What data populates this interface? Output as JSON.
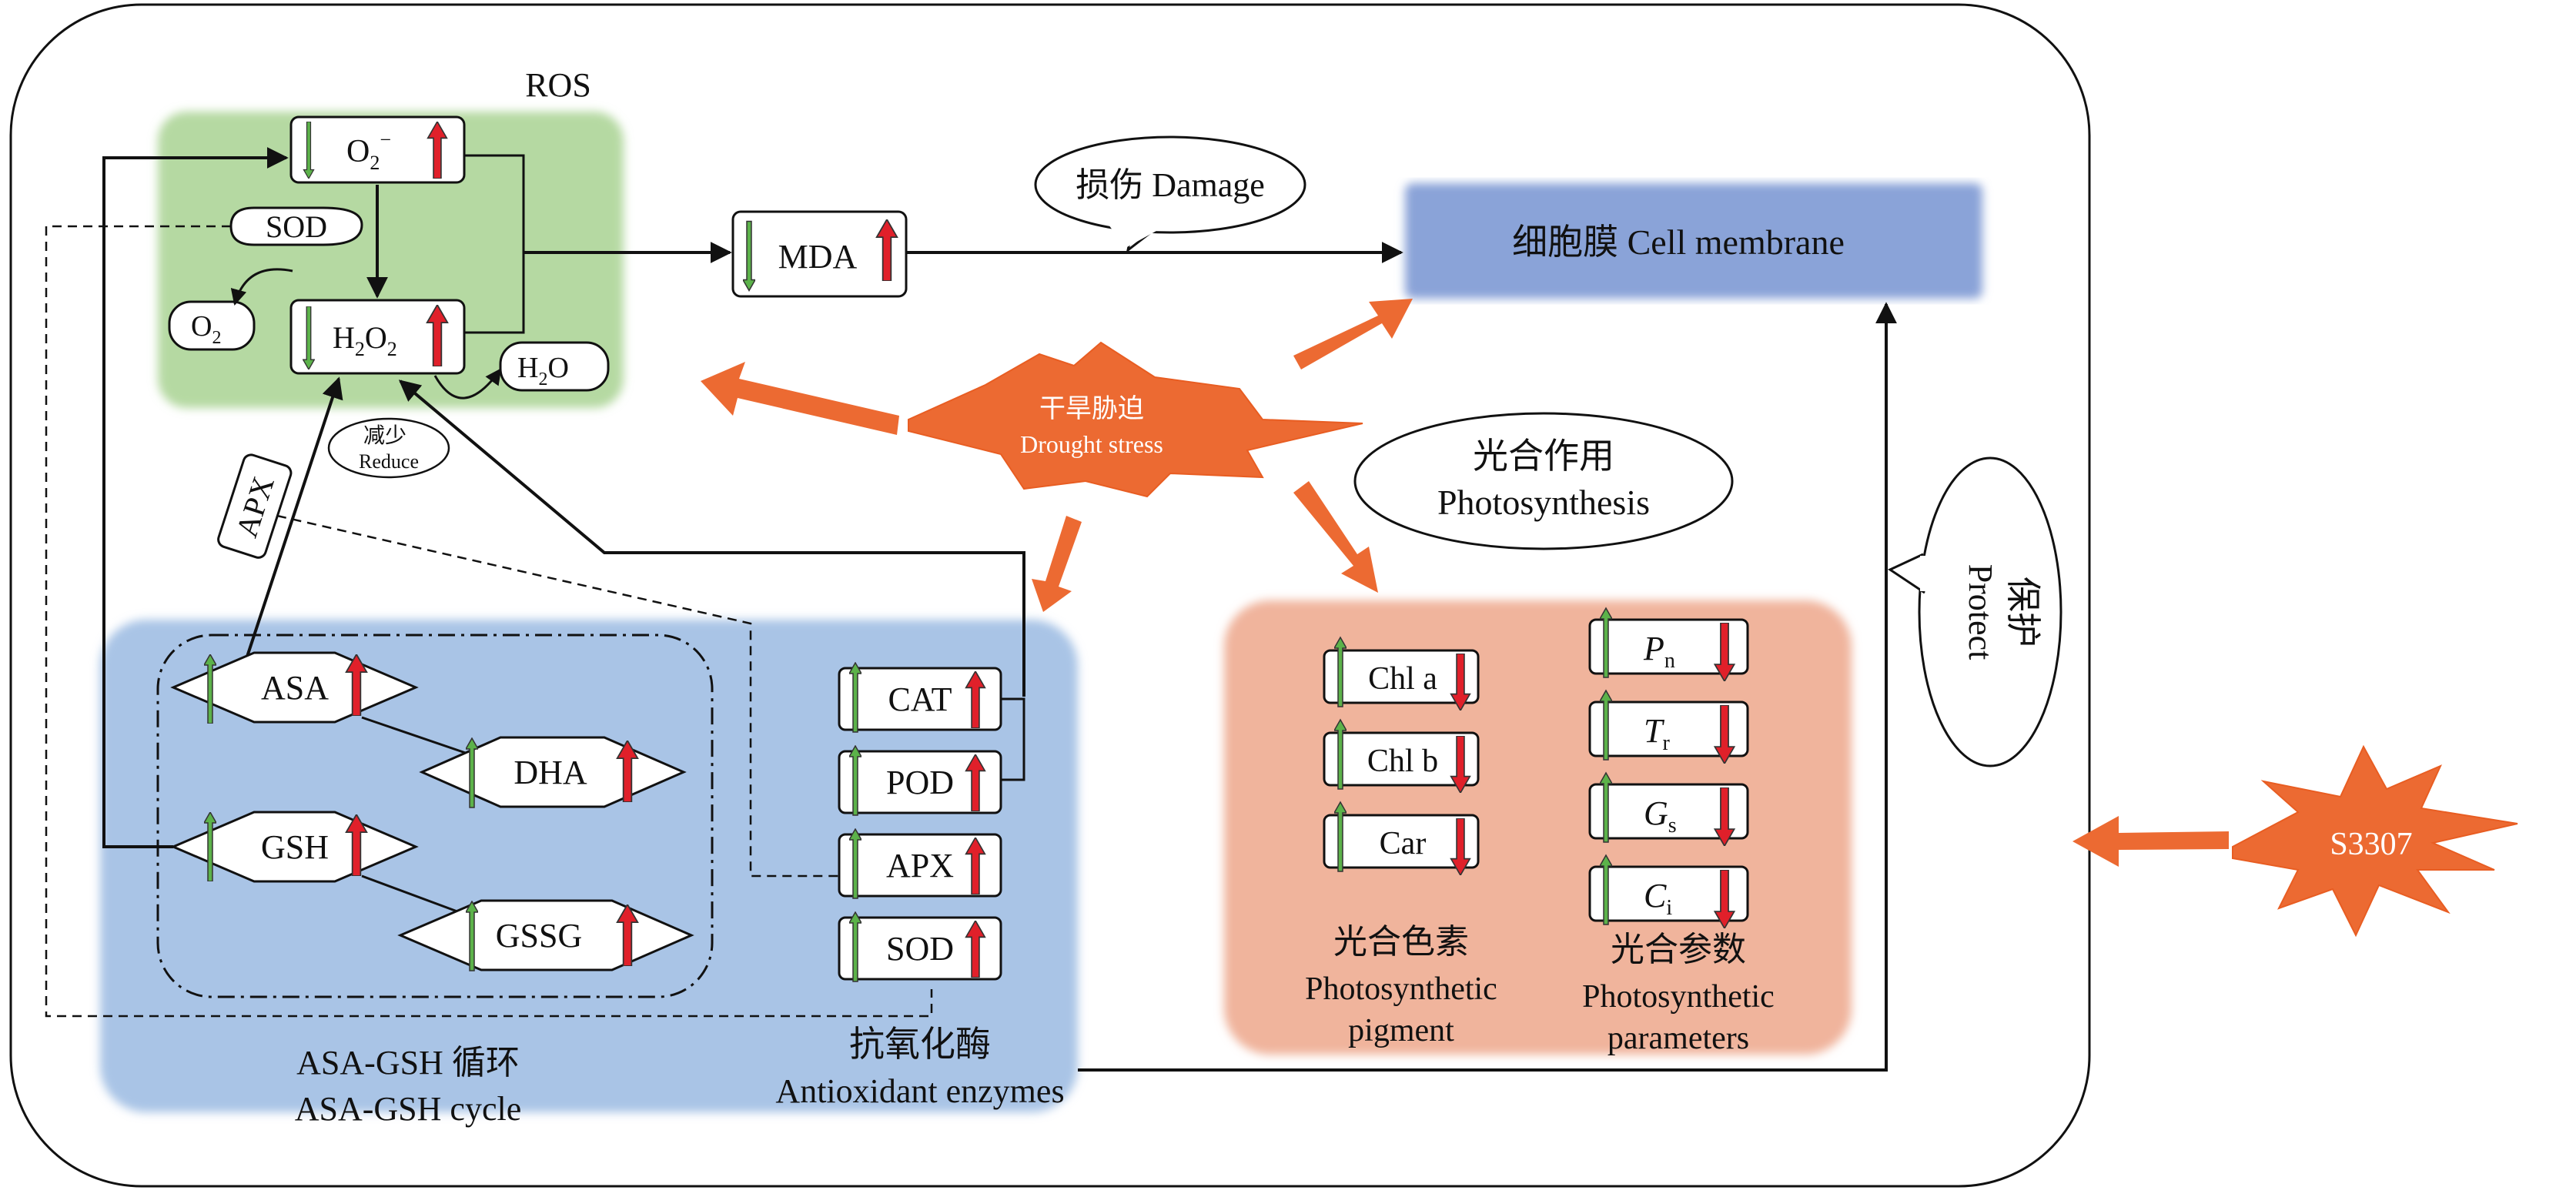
{
  "ros": {
    "title": "ROS",
    "o2_superoxide": "O",
    "o2_sub": "2",
    "o2_sup": "−",
    "sod_label": "SOD",
    "o2_out_base": "O",
    "o2_out_sub": "2",
    "h2o2_a": "H",
    "h2o2_sub1": "2",
    "h2o2_b": "O",
    "h2o2_sub2": "2",
    "h2o_a": "H",
    "h2o_sub": "2",
    "h2o_b": "O"
  },
  "mda": "MDA",
  "damage": "损伤 Damage",
  "cell_membrane": "细胞膜 Cell membrane",
  "drought": {
    "zh": "干旱胁迫",
    "en": "Drought stress"
  },
  "reduce": {
    "zh": "减少",
    "en": "Reduce"
  },
  "apx_tag": "APX",
  "photosynthesis": {
    "zh": "光合作用",
    "en": "Photosynthesis"
  },
  "protect": {
    "zh": "保护",
    "en": "Protect"
  },
  "s3307": "S3307",
  "asa_gsh": {
    "asa": "ASA",
    "dha": "DHA",
    "gsh": "GSH",
    "gssg": "GSSG",
    "label_zh": "ASA-GSH 循环",
    "label_en": "ASA-GSH cycle"
  },
  "enzymes": {
    "items": [
      "CAT",
      "POD",
      "APX",
      "SOD"
    ],
    "label_zh": "抗氧化酶",
    "label_en": "Antioxidant enzymes"
  },
  "pigments": {
    "items": [
      "Chl a",
      "Chl b",
      "Car"
    ],
    "label_zh": "光合色素",
    "label_en1": "Photosynthetic",
    "label_en2": "pigment"
  },
  "params": {
    "items": [
      {
        "base": "P",
        "sub": "n"
      },
      {
        "base": "T",
        "sub": "r"
      },
      {
        "base": "G",
        "sub": "s"
      },
      {
        "base": "C",
        "sub": "i"
      }
    ],
    "label_zh": "光合参数",
    "label_en1": "Photosynthetic",
    "label_en2": "parameters"
  },
  "colors": {
    "ros_bg": "#b5d9a2",
    "antiox_bg": "#a9c4e6",
    "photo_bg": "#f0b49c",
    "membrane_bg": "#8aa3d8",
    "stress": "#ec6a32",
    "up_arrow": "#e0202a",
    "down_bar": "#5cb24a"
  }
}
